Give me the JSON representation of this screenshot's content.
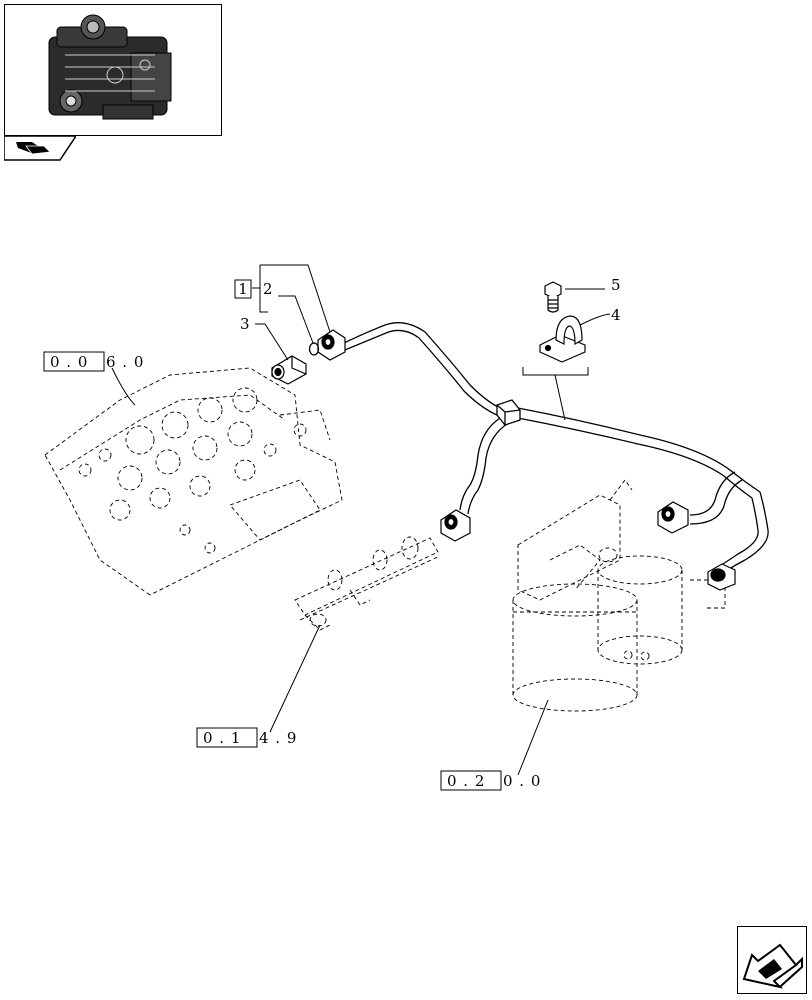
{
  "callouts": {
    "c1": "1",
    "c2": "2",
    "c3": "3",
    "c4": "4",
    "c5": "5"
  },
  "references": [
    {
      "boxed": "0 . 0",
      "rest": "6 . 0"
    },
    {
      "boxed": "0 . 1",
      "rest": "4 . 9"
    },
    {
      "boxed": "0 . 2",
      "rest": "0 . 0"
    }
  ],
  "icons": {
    "thumbnail": "engine-thumbnail-icon",
    "tab": "book-icon",
    "nav": "next-page-arrow-icon"
  },
  "colors": {
    "line": "#000000",
    "background": "#ffffff"
  }
}
